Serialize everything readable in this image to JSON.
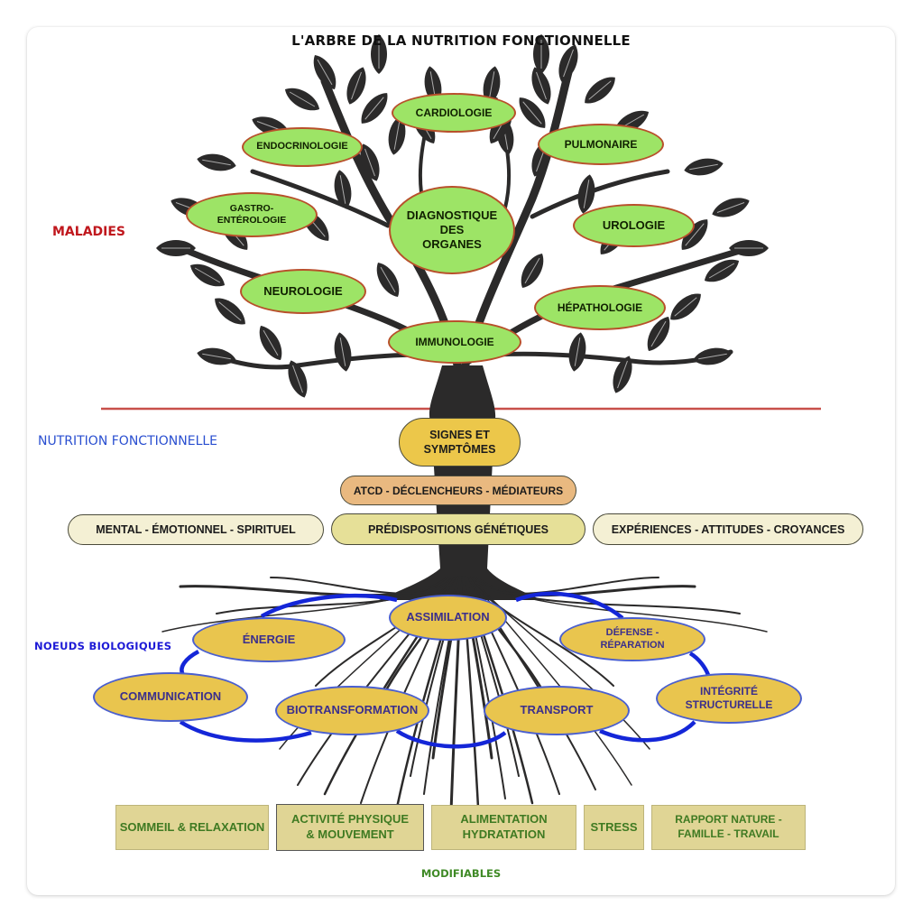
{
  "title": "L'ARBRE DE LA NUTRITION FONCTIONNELLE",
  "section_labels": {
    "maladies": "MALADIES",
    "nutrition": "NUTRITION FONCTIONNELLE",
    "noeuds": "NOEUDS BIOLOGIQUES",
    "modifiables": "MODIFIABLES"
  },
  "colors": {
    "maladies_label": "#c0171d",
    "nutrition_label": "#2a4fd0",
    "noeuds_label": "#1d1ad6",
    "modifiables_label": "#3f8a26",
    "disease_fill": "#9de466",
    "disease_border": "#b8502b",
    "node_fill": "#e9c54e",
    "node_border": "#4a5fcf",
    "node_ring": "#1426d8",
    "separator": "#c8504a",
    "tree": "#2b2a2a"
  },
  "diseases": [
    {
      "id": "cardiologie",
      "lines": [
        "CARDIOLOGIE"
      ]
    },
    {
      "id": "endocrinologie",
      "lines": [
        "ENDOCRINOLOGIE"
      ]
    },
    {
      "id": "pulmonaire",
      "lines": [
        "PULMONAIRE"
      ]
    },
    {
      "id": "gastro",
      "lines": [
        "GASTRO-",
        "ENTÉROLOGIE"
      ]
    },
    {
      "id": "diagnostique",
      "lines": [
        "DIAGNOSTIQUE",
        "DES",
        "ORGANES"
      ]
    },
    {
      "id": "urologie",
      "lines": [
        "UROLOGIE"
      ]
    },
    {
      "id": "neurologie",
      "lines": [
        "NEUROLOGIE"
      ]
    },
    {
      "id": "hepathologie",
      "lines": [
        "HÉPATHOLOGIE"
      ]
    },
    {
      "id": "immunologie",
      "lines": [
        "IMMUNOLOGIE"
      ]
    }
  ],
  "trunk_items": {
    "signes": [
      "SIGNES ET",
      "SYMPTÔMES"
    ],
    "atcd": "ATCD - DÉCLENCHEURS - MÉDIATEURS",
    "mental": "MENTAL - ÉMOTIONNEL - SPIRITUEL",
    "predispositions": "PRÉDISPOSITIONS GÉNÉTIQUES",
    "experiences": "EXPÉRIENCES - ATTITUDES - CROYANCES"
  },
  "nodes": [
    {
      "id": "assimilation",
      "lines": [
        "ASSIMILATION"
      ]
    },
    {
      "id": "energie",
      "lines": [
        "ÉNERGIE"
      ]
    },
    {
      "id": "defense",
      "lines": [
        "DÉFENSE -",
        "RÉPARATION"
      ]
    },
    {
      "id": "communication",
      "lines": [
        "COMMUNICATION"
      ]
    },
    {
      "id": "biotransformation",
      "lines": [
        "BIOTRANSFORMATION"
      ]
    },
    {
      "id": "transport",
      "lines": [
        "TRANSPORT"
      ]
    },
    {
      "id": "integrite",
      "lines": [
        "INTÉGRITÉ",
        "STRUCTURELLE"
      ]
    }
  ],
  "modifiables": [
    {
      "id": "sommeil",
      "lines": [
        "SOMMEIL & RELAXATION"
      ]
    },
    {
      "id": "activite",
      "lines": [
        "ACTIVITÉ PHYSIQUE",
        "& MOUVEMENT"
      ]
    },
    {
      "id": "alimentation",
      "lines": [
        "ALIMENTATION",
        "HYDRATATION"
      ]
    },
    {
      "id": "stress",
      "lines": [
        "STRESS"
      ]
    },
    {
      "id": "rapport",
      "lines": [
        "RAPPORT NATURE -",
        "FAMILLE - TRAVAIL"
      ]
    }
  ]
}
